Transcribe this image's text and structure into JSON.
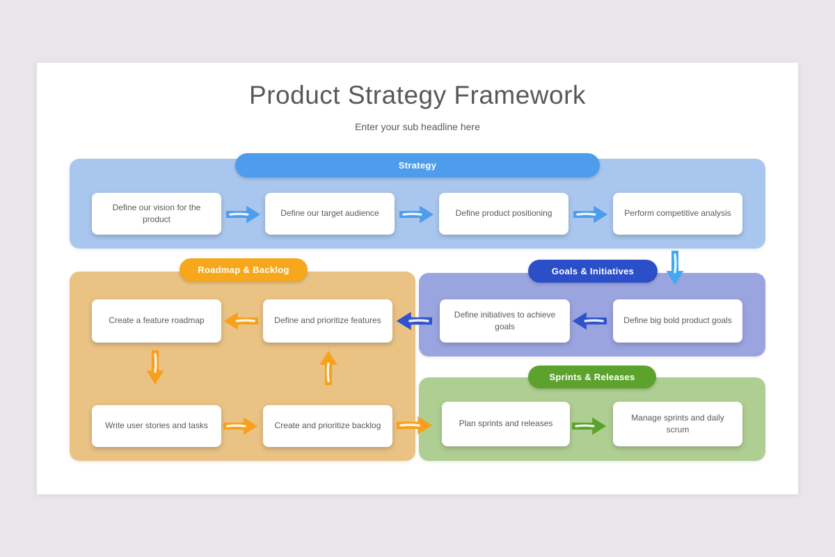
{
  "page": {
    "title": "Product Strategy Framework",
    "subtitle": "Enter your sub headline here"
  },
  "sections": {
    "strategy": {
      "label": "Strategy",
      "colors": {
        "bg": "#a9c7ee",
        "pill": "#4e9cec",
        "arrow": "#4e9cec"
      },
      "cards": [
        "Define our vision for the product",
        "Define our target audience",
        "Define product positioning",
        "Perform competitive analysis"
      ]
    },
    "goals": {
      "label": "Goals & Initiatives",
      "colors": {
        "bg": "#9aa4df",
        "pill": "#2b4ec9",
        "arrow": "#3052cb"
      },
      "cards": [
        "Define initiatives to achieve goals",
        "Define big bold product goals"
      ]
    },
    "roadmap": {
      "label": "Roadmap & Backlog",
      "colors": {
        "bg": "#e9c284",
        "pill": "#f7a71b",
        "arrow": "#f7a01b"
      },
      "cards": [
        "Create a feature roadmap",
        "Define and prioritize features",
        "Write user stories and tasks",
        "Create and prioritize backlog"
      ]
    },
    "sprints": {
      "label": "Sprints & Releases",
      "colors": {
        "bg": "#afce92",
        "pill": "#5ba32d",
        "arrow": "#58a42a"
      },
      "cards": [
        "Plan sprints and releases",
        "Manage sprints and daily scrum"
      ]
    }
  },
  "connector": {
    "strategy_to_goals_color": "#42a9f1"
  }
}
